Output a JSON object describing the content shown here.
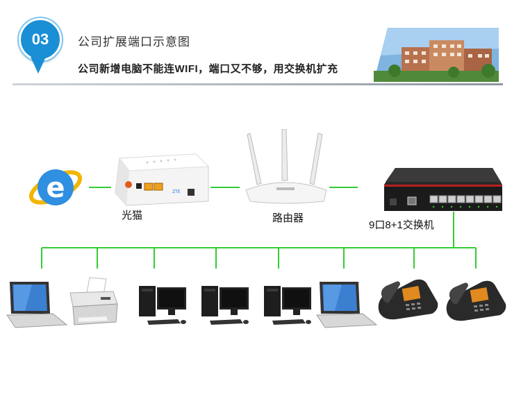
{
  "header": {
    "badge_number": "03",
    "title": "公司扩展端口示意图",
    "subtitle": "公司新增电脑不能连WIFI，端口又不够，用交换机扩充"
  },
  "devices": {
    "modem_label": "光猫",
    "router_label": "路由器",
    "switch_label": "9口8+1交换机"
  },
  "colors": {
    "accent_blue": "#1a8fd6",
    "link_green": "#33cc33",
    "device_black": "#1b1b1b"
  }
}
